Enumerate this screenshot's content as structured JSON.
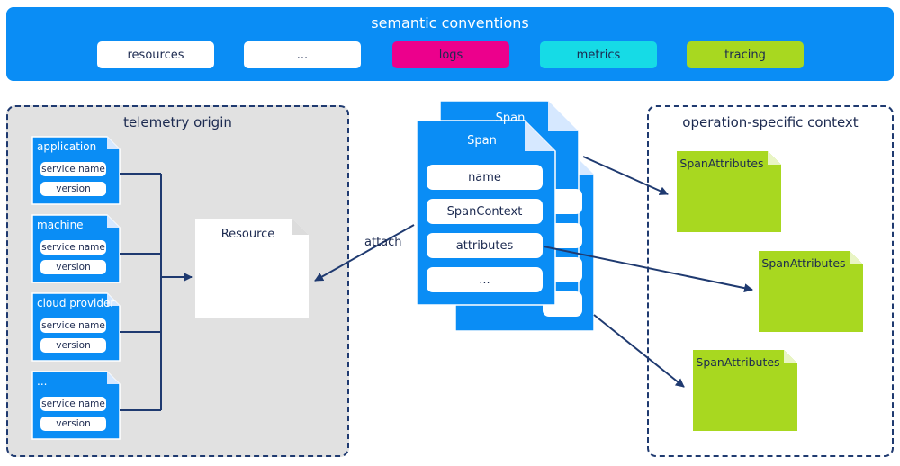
{
  "banner": {
    "title": "semantic conventions",
    "items": [
      {
        "label": "resources",
        "color": "#ffffff"
      },
      {
        "label": "...",
        "color": "#ffffff"
      },
      {
        "label": "logs",
        "color": "#ec008c"
      },
      {
        "label": "metrics",
        "color": "#16dbe6"
      },
      {
        "label": "tracing",
        "color": "#a8d820"
      }
    ]
  },
  "origin": {
    "title": "telemetry origin",
    "cards": [
      {
        "title": "application",
        "fields": [
          "service name",
          "version"
        ]
      },
      {
        "title": "machine",
        "fields": [
          "service name",
          "version"
        ]
      },
      {
        "title": "cloud provider",
        "fields": [
          "service name",
          "version"
        ]
      },
      {
        "title": "...",
        "fields": [
          "service name",
          "version"
        ]
      }
    ]
  },
  "resource": {
    "label": "Resource"
  },
  "attach_label": "attach",
  "span": {
    "back_title": "Span",
    "title": "Span",
    "fields": [
      "name",
      "SpanContext",
      "attributes",
      "..."
    ]
  },
  "op_context": {
    "title": "operation-specific context",
    "attrs": [
      "SpanAttributes",
      "SpanAttributes",
      "SpanAttributes"
    ]
  },
  "colors": {
    "blue": "#0a8df5",
    "navy": "#1f3a70",
    "green": "#a8d820",
    "gray": "#e1e1e1"
  }
}
